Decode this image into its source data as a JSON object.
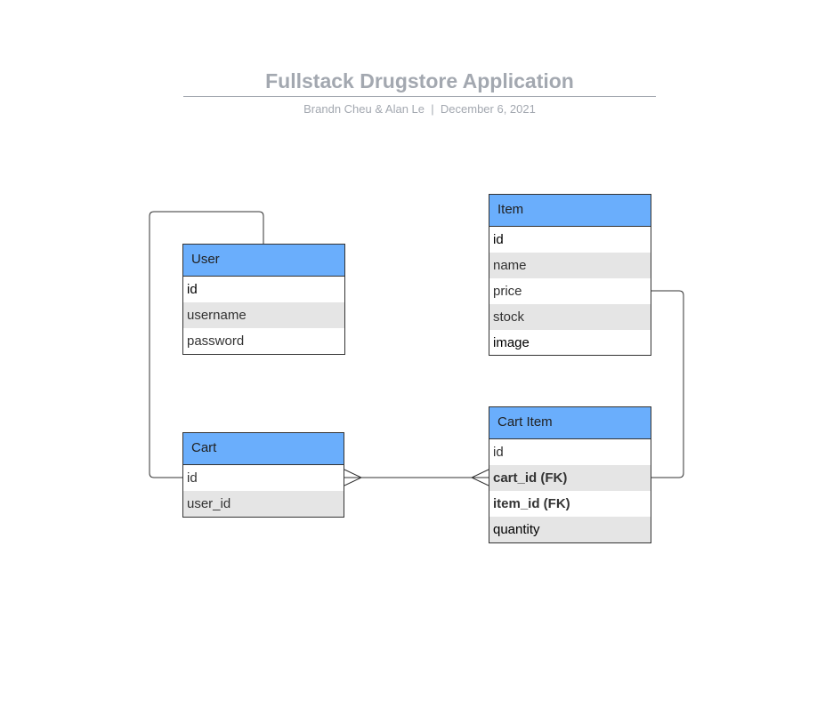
{
  "title": "Fullstack Drugstore Application",
  "subtitle": {
    "authors": "Brandn Cheu & Alan Le",
    "separator": "|",
    "date": "December 6, 2021"
  },
  "colors": {
    "entity_header": "#6aaefc",
    "alt_row": "#e5e5e5",
    "title_text": "#a3a8b0",
    "border": "#333333"
  },
  "entities": {
    "user": {
      "name": "User",
      "fields": [
        "id",
        "username",
        "password"
      ]
    },
    "item": {
      "name": "Item",
      "fields": [
        "id",
        "name",
        "price",
        "stock",
        "image"
      ]
    },
    "cart": {
      "name": "Cart",
      "fields": [
        "id",
        "user_id"
      ]
    },
    "cart_item": {
      "name": "Cart Item",
      "fields": [
        "id",
        "cart_id (FK)",
        "item_id (FK)",
        "quantity"
      ]
    }
  },
  "relationships": [
    {
      "from": "User",
      "to": "Cart",
      "type": "one-to-one"
    },
    {
      "from": "Cart",
      "to": "Cart Item",
      "type": "many-to-many"
    },
    {
      "from": "Item",
      "to": "Cart Item",
      "type": "one-to-one"
    }
  ]
}
